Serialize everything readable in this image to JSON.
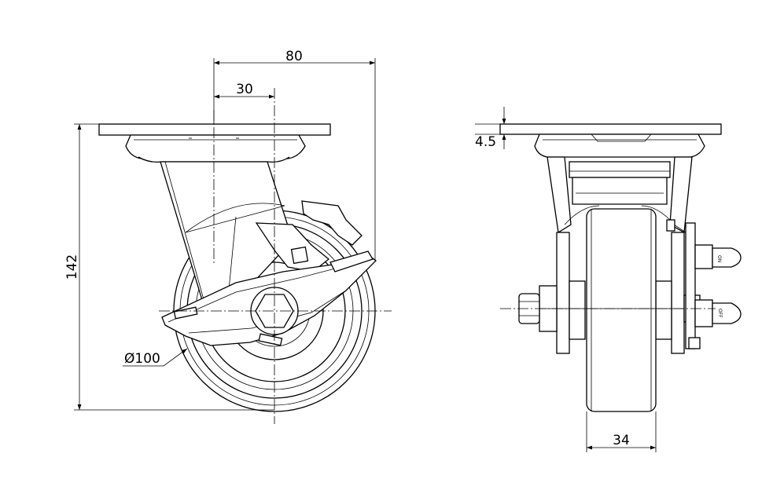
{
  "dimensions": {
    "overall_width": "80",
    "offset": "30",
    "overall_height": "142",
    "wheel_diameter": "Ø100",
    "plate_thickness": "4.5",
    "wheel_width": "34"
  },
  "labels": {
    "pedal_on": "ON",
    "pedal_off": "OFF"
  }
}
